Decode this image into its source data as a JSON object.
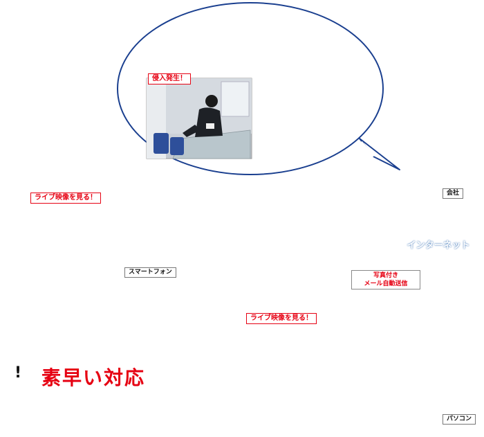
{
  "labels": {
    "intrusion_alert": "侵入発生！",
    "company": "会社",
    "internet": "インターネット",
    "smartphone_live": "ライブ映像を見る！",
    "smartphone": "スマートフォン",
    "photo_mail_line1": "写真付き",
    "photo_mail_line2": "メール自動送信",
    "pc_live": "ライブ映像を見る！",
    "pc": "パソコン",
    "headline": "素早い対応",
    "headline_mark": "!"
  },
  "colors": {
    "accent_red": "#e60012",
    "cloud_blue": "#2f8fe0",
    "bubble_stroke": "#1a3f8f",
    "panel_blue": "#2c4d86"
  },
  "icons": [
    "security-camera-icon",
    "office-building-icon",
    "internet-cloud-icon",
    "mail-envelope-icon",
    "smartphone-icon",
    "person-with-phone-icon",
    "pc-user-icon",
    "exclamation-icon"
  ]
}
